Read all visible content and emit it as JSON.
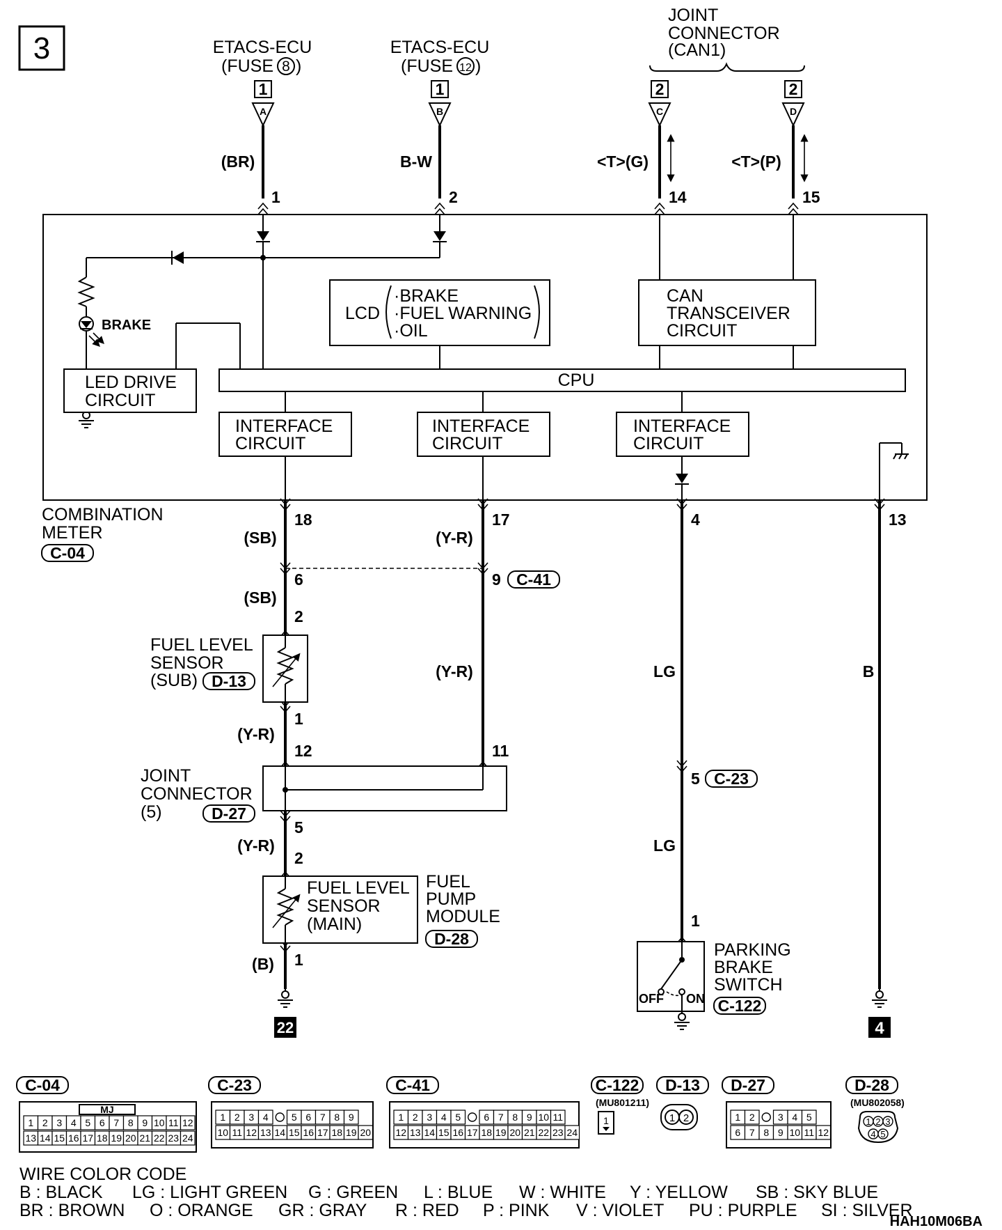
{
  "page_number": "3",
  "destinations": {
    "fuse8": {
      "name": "ETACS-ECU",
      "fuse_prefix": "(FUSE",
      "fuse_no": "8",
      "fuse_suffix": ")",
      "page_ref": "1",
      "letter": "A"
    },
    "fuse12": {
      "name": "ETACS-ECU",
      "fuse_prefix": "(FUSE",
      "fuse_no": "12",
      "fuse_suffix": ")",
      "page_ref": "1",
      "letter": "B"
    },
    "can": {
      "line1": "JOINT",
      "line2": "CONNECTOR",
      "line3": "(CAN1)",
      "c_ref": "2",
      "c_letter": "C",
      "d_ref": "2",
      "d_letter": "D"
    }
  },
  "wires": {
    "br": "(BR)",
    "bw": "B-W",
    "tg": "<T>(G)",
    "tp": "<T>(P)",
    "sb1": "(SB)",
    "sb2": "(SB)",
    "yr1": "(Y-R)",
    "yr2": "(Y-R)",
    "yr3": "(Y-R)",
    "yr4": "(Y-R)",
    "b_paren": "(B)",
    "lg1": "LG",
    "lg2": "LG",
    "b": "B"
  },
  "pins": {
    "p1": "1",
    "p2": "2",
    "p14": "14",
    "p15": "15",
    "p18": "18",
    "p17": "17",
    "p4": "4",
    "p13": "13",
    "c41_9": "9",
    "sub_6": "6",
    "sub_2": "2",
    "sub_1": "1",
    "jc_12": "12",
    "jc_11": "11",
    "jc_5": "5",
    "main_2": "2",
    "main_1": "1",
    "c23_5": "5",
    "pb_1": "1"
  },
  "meter": {
    "brake_led": "BRAKE",
    "led_drive_1": "LED DRIVE",
    "led_drive_2": "CIRCUIT",
    "lcd_label": "LCD",
    "lcd_item1": "·BRAKE",
    "lcd_item2": "·FUEL WARNING",
    "lcd_item3": "·OIL",
    "can_1": "CAN",
    "can_2": "TRANSCEIVER",
    "can_3": "CIRCUIT",
    "cpu": "CPU",
    "if_1": "INTERFACE",
    "if_2": "CIRCUIT",
    "name_1": "COMBINATION",
    "name_2": "METER",
    "code": "C-04"
  },
  "components": {
    "sub_1": "FUEL LEVEL",
    "sub_2": "SENSOR",
    "sub_3": "(SUB)",
    "sub_code": "D-13",
    "jc_1": "JOINT",
    "jc_2": "CONNECTOR",
    "jc_3": "(5)",
    "jc_code": "D-27",
    "main_1": "FUEL LEVEL",
    "main_2": "SENSOR",
    "main_3": "(MAIN)",
    "fpm_1": "FUEL",
    "fpm_2": "PUMP",
    "fpm_3": "MODULE",
    "fpm_code": "D-28",
    "pb_1": "PARKING",
    "pb_2": "BRAKE",
    "pb_3": "SWITCH",
    "pb_code": "C-122",
    "off": "OFF",
    "on": "ON",
    "c41_code": "C-41",
    "c23_code": "C-23",
    "ground_ref1": "22",
    "ground_ref2": "4"
  },
  "connectors": {
    "c04": {
      "code": "C-04",
      "tag": "MJ",
      "row1": [
        "1",
        "2",
        "3",
        "4",
        "5",
        "6",
        "7",
        "8",
        "9",
        "10",
        "11",
        "12"
      ],
      "row2": [
        "13",
        "14",
        "15",
        "16",
        "17",
        "18",
        "19",
        "20",
        "21",
        "22",
        "23",
        "24"
      ]
    },
    "c23": {
      "code": "C-23",
      "row1": [
        "1",
        "2",
        "3",
        "4",
        "",
        "5",
        "6",
        "7",
        "8",
        "9"
      ],
      "row2": [
        "10",
        "11",
        "12",
        "13",
        "14",
        "15",
        "16",
        "17",
        "18",
        "19",
        "20"
      ]
    },
    "c41": {
      "code": "C-41",
      "row1": [
        "1",
        "2",
        "3",
        "4",
        "5",
        "",
        "6",
        "7",
        "8",
        "9",
        "10",
        "11"
      ],
      "row2": [
        "12",
        "13",
        "14",
        "15",
        "16",
        "17",
        "18",
        "19",
        "20",
        "21",
        "22",
        "23",
        "24"
      ]
    },
    "c122": {
      "code": "C-122",
      "part": "(MU801211)",
      "pin": "1"
    },
    "d13": {
      "code": "D-13",
      "pins": [
        "1",
        "2"
      ]
    },
    "d27": {
      "code": "D-27",
      "row1": [
        "1",
        "2",
        "",
        "3",
        "4",
        "5"
      ],
      "row2": [
        "6",
        "7",
        "8",
        "9",
        "10",
        "11",
        "12"
      ]
    },
    "d28": {
      "code": "D-28",
      "part": "(MU802058)",
      "row1": [
        "1",
        "2",
        "3"
      ],
      "row2": [
        "4",
        "5"
      ]
    }
  },
  "legend": {
    "title": "WIRE COLOR CODE",
    "row1": [
      "B : BLACK",
      "LG : LIGHT GREEN",
      "G : GREEN",
      "L : BLUE",
      "W : WHITE",
      "Y : YELLOW",
      "SB : SKY BLUE"
    ],
    "row2": [
      "BR : BROWN",
      "O : ORANGE",
      "GR : GRAY",
      "R : RED",
      "P : PINK",
      "V : VIOLET",
      "PU : PURPLE",
      "SI : SILVER"
    ]
  },
  "drawing_code": "HAH10M06BA"
}
